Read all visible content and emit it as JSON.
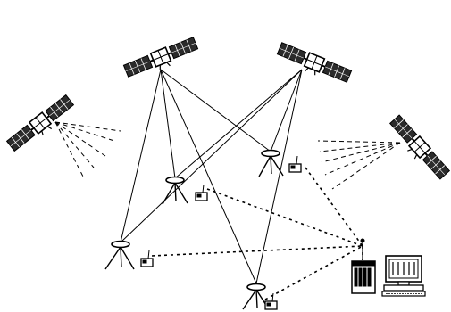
{
  "diagram": {
    "kind": "GNSS satellite positioning network",
    "colors": {
      "ink": "#000000",
      "panel": "#2b2b2b",
      "background": "#ffffff"
    },
    "satellites": [
      {
        "name": "satellite-1"
      },
      {
        "name": "satellite-2"
      },
      {
        "name": "satellite-3"
      },
      {
        "name": "satellite-4"
      }
    ],
    "receivers": [
      {
        "name": "receiver-station-1"
      },
      {
        "name": "receiver-station-2"
      },
      {
        "name": "receiver-station-3"
      },
      {
        "name": "receiver-station-4"
      }
    ],
    "control_center": {
      "name": "control-center"
    }
  }
}
